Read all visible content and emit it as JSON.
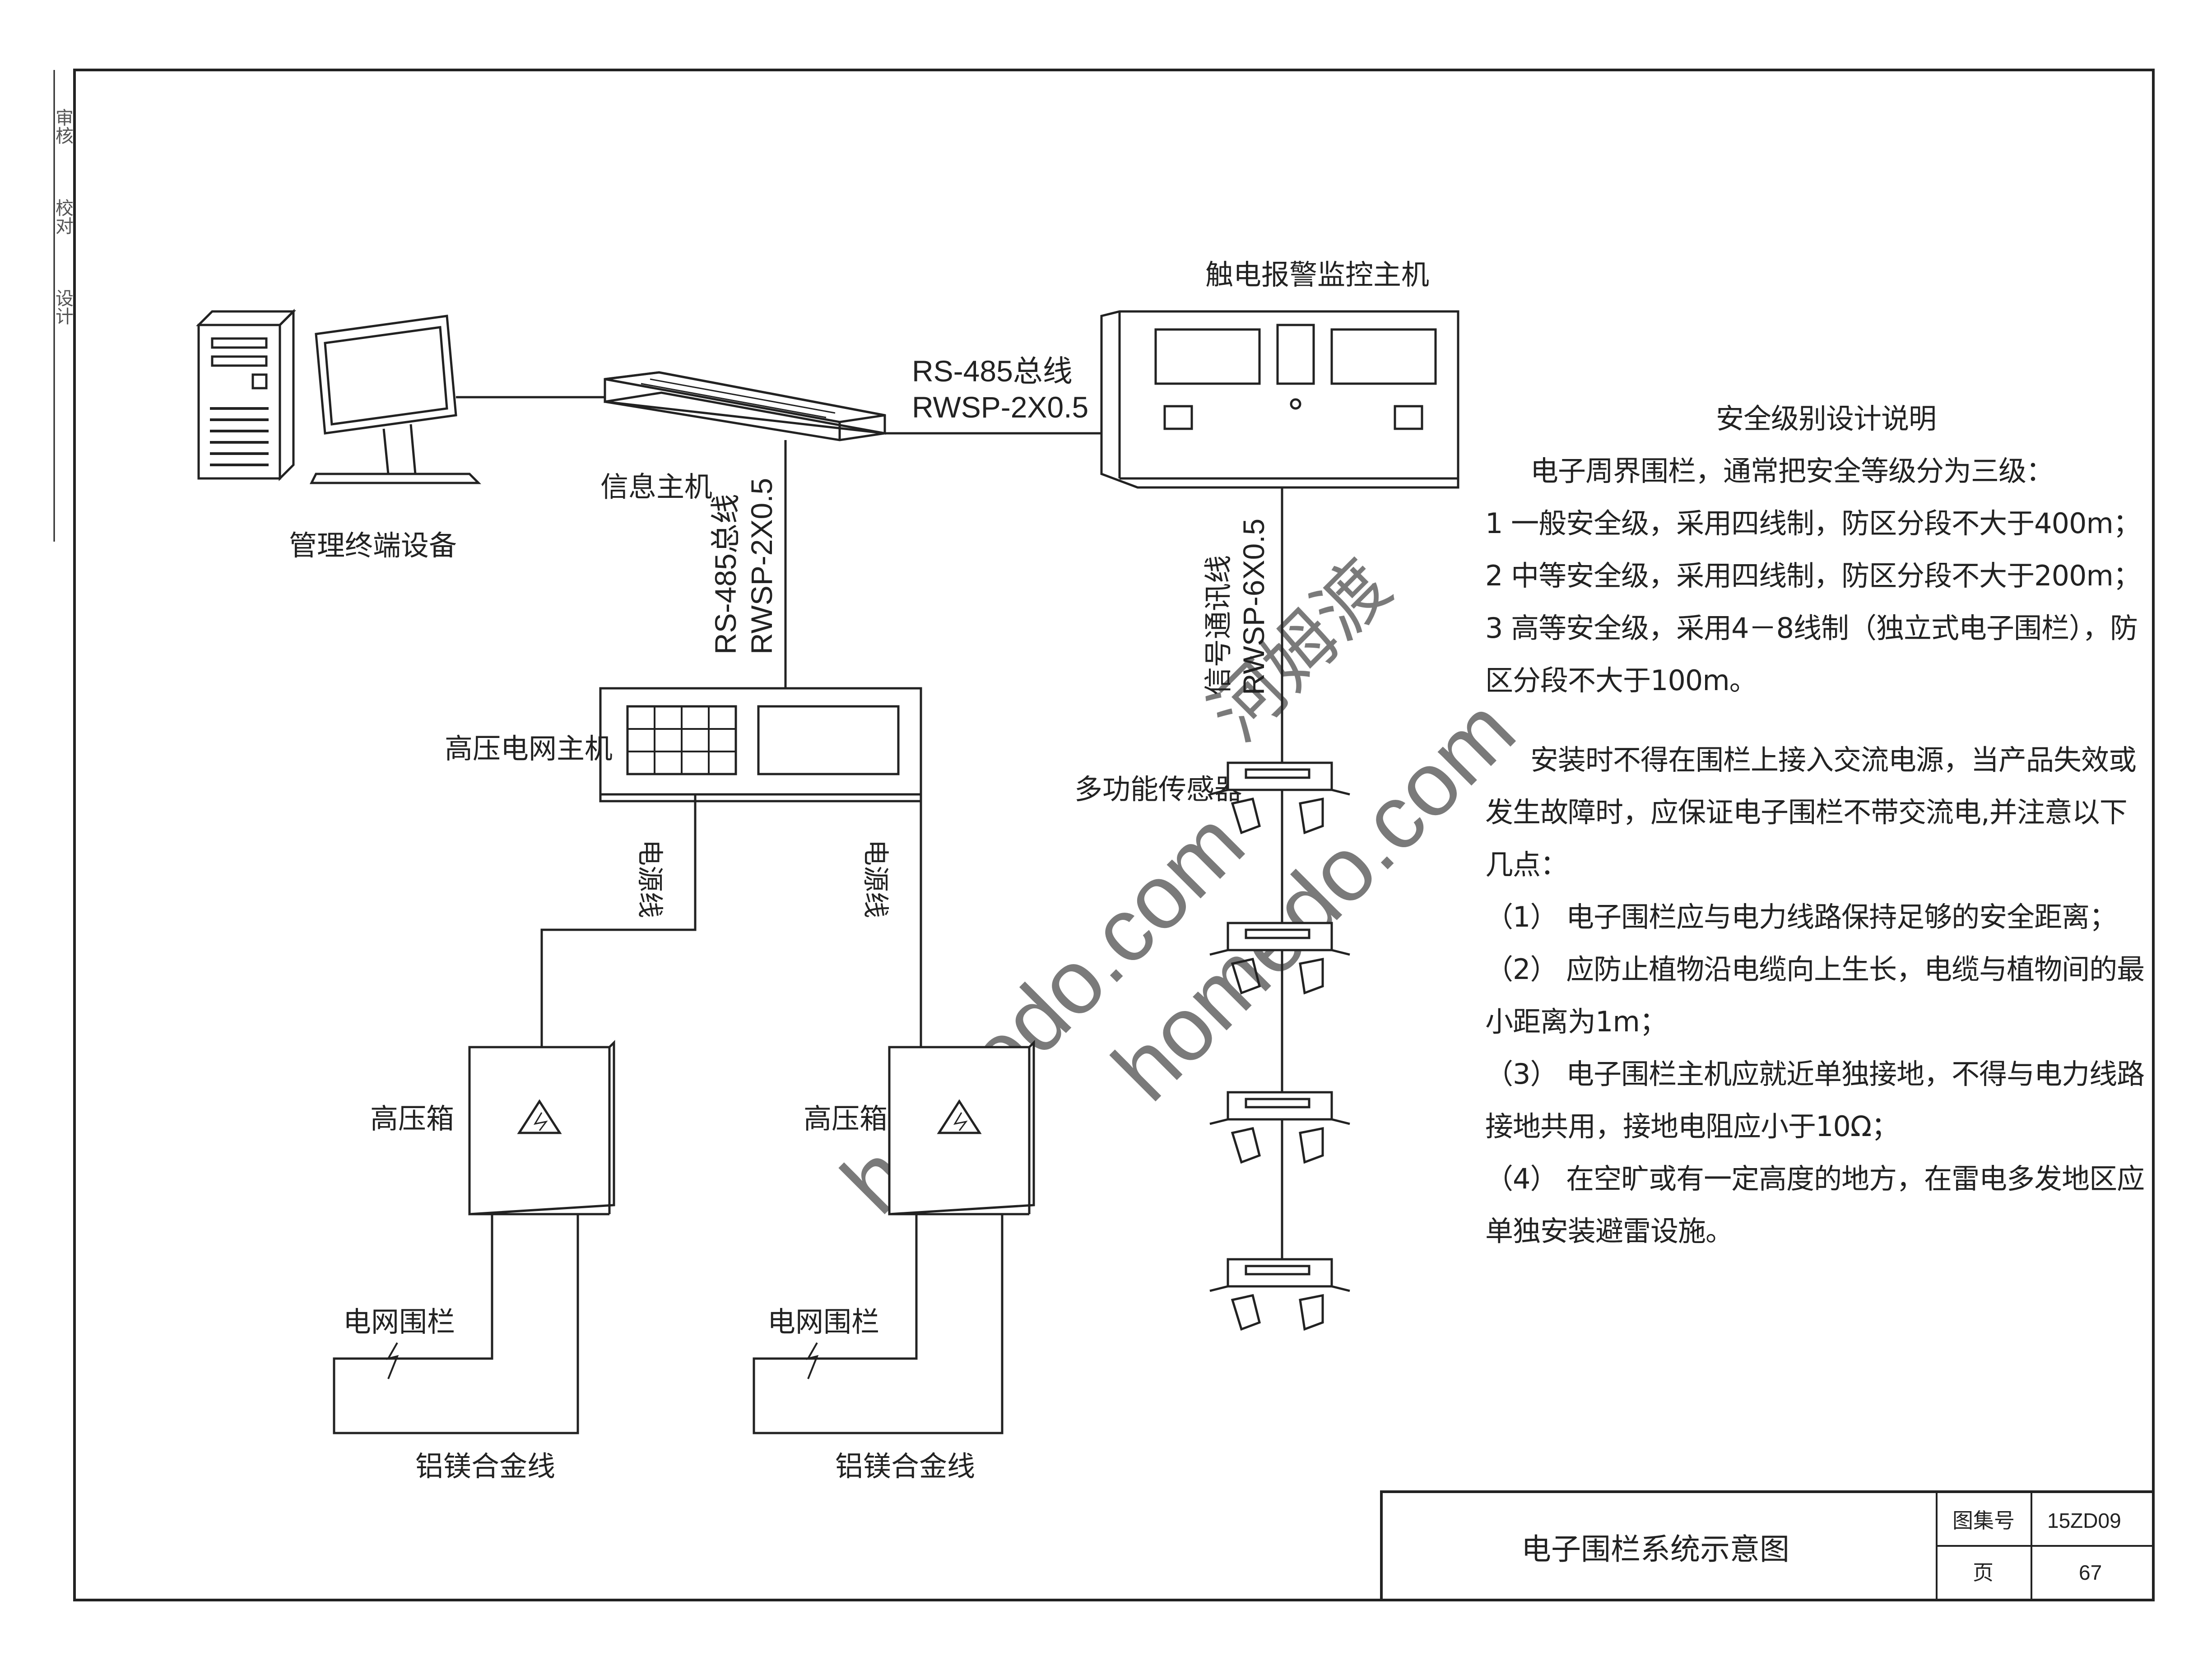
{
  "labels": {
    "management_terminal": "管理终端设备",
    "info_host": "信息主机",
    "alarm_host": "触电报警监控主机",
    "hv_host": "高压电网主机",
    "sensor": "多功能传感器",
    "hv_box_1": "高压箱",
    "hv_box_2": "高压箱",
    "fence_1": "电网围栏",
    "fence_2": "电网围栏",
    "alloy_1": "铝镁合金线",
    "alloy_2": "铝镁合金线",
    "power_line_1": "电源线",
    "power_line_2": "电源线"
  },
  "cables": {
    "rs485_top_1": "RS-485总线",
    "rs485_top_2": "RWSP-2X0.5",
    "rs485_vert_1": "RS-485总线",
    "rs485_vert_2": "RWSP-2X0.5",
    "signal_1": "信号通讯线",
    "signal_2": "RWSP-6X0.5"
  },
  "notes": {
    "title": "安全级别设计说明",
    "p1": "电子周界围栏，通常把安全等级分为三级：",
    "l1": "1  一般安全级，采用四线制，防区分段不大于400m；",
    "l2": "2  中等安全级，采用四线制，防区分段不大于200m；",
    "l3": "3  高等安全级，采用4－8线制（独立式电子围栏），防区分段不大于100m。",
    "p2": "安装时不得在围栏上接入交流电源，当产品失效或发生故障时，应保证电子围栏不带交流电,并注意以下几点：",
    "i1": "（1）  电子围栏应与电力线路保持足够的安全距离；",
    "i2": "（2）  应防止植物沿电缆向上生长，电缆与植物间的最小距离为1m；",
    "i3": "（3）  电子围栏主机应就近单独接地，不得与电力线路接地共用，接地电阻应小于10Ω；",
    "i4": "（4）  在空旷或有一定高度的地方，在雷电多发地区应单独安装避雷设施。"
  },
  "title_block": {
    "drawing_title": "电子围栏系统示意图",
    "atlas_label": "图集号",
    "atlas_no": "15ZD09",
    "page_label": "页",
    "page_no": "67"
  },
  "margin": {
    "m1": "审核",
    "m2": "校对",
    "m3": "设计"
  },
  "watermark": {
    "w1": "homedo.com",
    "w2": "河姆渡"
  },
  "colors": {
    "line": "#222222",
    "watermark": "#cfe9f5",
    "watermark2": "#e9f2c8"
  }
}
